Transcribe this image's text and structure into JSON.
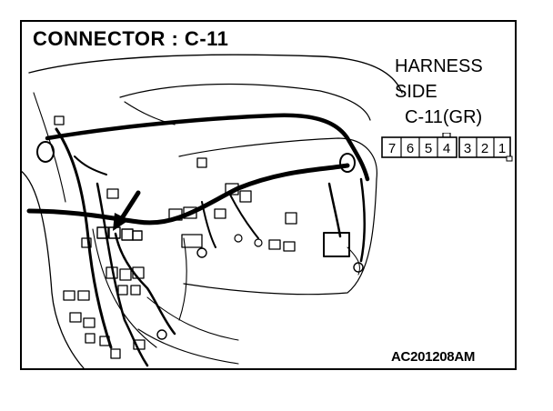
{
  "title": "CONNECTOR : C-11",
  "harness": {
    "line1": "HARNESS",
    "line2": "SIDE",
    "connector": "C-11(GR)"
  },
  "pins": {
    "left_group": [
      "7",
      "6",
      "5",
      "4"
    ],
    "right_group": [
      "3",
      "2",
      "1"
    ]
  },
  "reference_code": "AC201208AM"
}
